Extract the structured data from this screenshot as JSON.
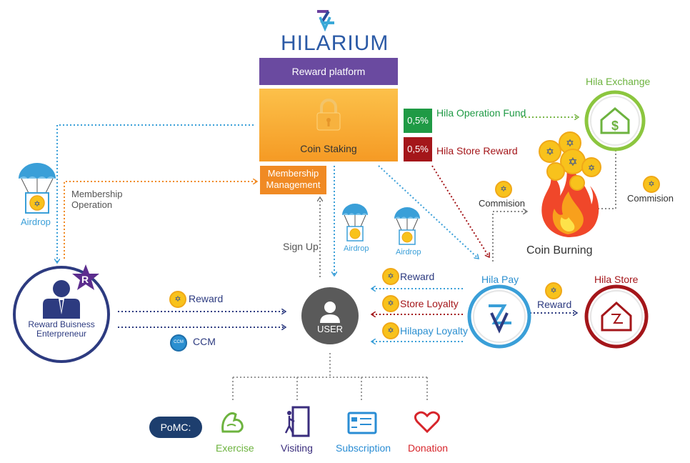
{
  "brand": {
    "name": "HILARIUM",
    "logo_colors": [
      "#2b4c9a",
      "#6a3f9e",
      "#3aa9d8"
    ]
  },
  "platform": {
    "reward_platform": "Reward platform",
    "coin_staking": "Coin Staking",
    "membership_management": "Membership Management"
  },
  "funds": {
    "operation": {
      "percent": "0,5%",
      "label": "Hila Operation Fund",
      "color": "#1f9a45"
    },
    "store": {
      "percent": "0,5%",
      "label": "Hila Store Reward",
      "color": "#a4161a"
    }
  },
  "exchange": {
    "label": "Hila Exchange",
    "commission": "Commision"
  },
  "burning": {
    "label": "Coin Burning",
    "commission": "Commision"
  },
  "hila_pay": {
    "label": "Hila Pay"
  },
  "hila_store": {
    "label": "Hila Store",
    "reward": "Reward"
  },
  "flows_to_user": {
    "reward": "Reward",
    "store_loyalty": "Store Loyalty",
    "hilapay_loyalty": "Hilapay Loyalty"
  },
  "left": {
    "airdrop": "Airdrop",
    "membership_operation": "Membership Operation",
    "rbe": "Reward Buisness Enterpreneur",
    "rbe_badge": "R"
  },
  "middle": {
    "sign_up": "Sign Up",
    "airdrop1": "Airdrop",
    "airdrop2": "Airdrop",
    "reward": "Reward",
    "ccm": "CCM",
    "ccm_icon": "CCM"
  },
  "user": {
    "label": "USER"
  },
  "pomc": {
    "label": "PoMC:",
    "items": [
      {
        "label": "Exercise",
        "color": "#6db33f",
        "icon": "muscle-icon"
      },
      {
        "label": "Visiting",
        "color": "#3a2d7d",
        "icon": "door-icon"
      },
      {
        "label": "Subscription",
        "color": "#2a8dd4",
        "icon": "card-icon"
      },
      {
        "label": "Donation",
        "color": "#d7252b",
        "icon": "heart-icon"
      }
    ]
  }
}
